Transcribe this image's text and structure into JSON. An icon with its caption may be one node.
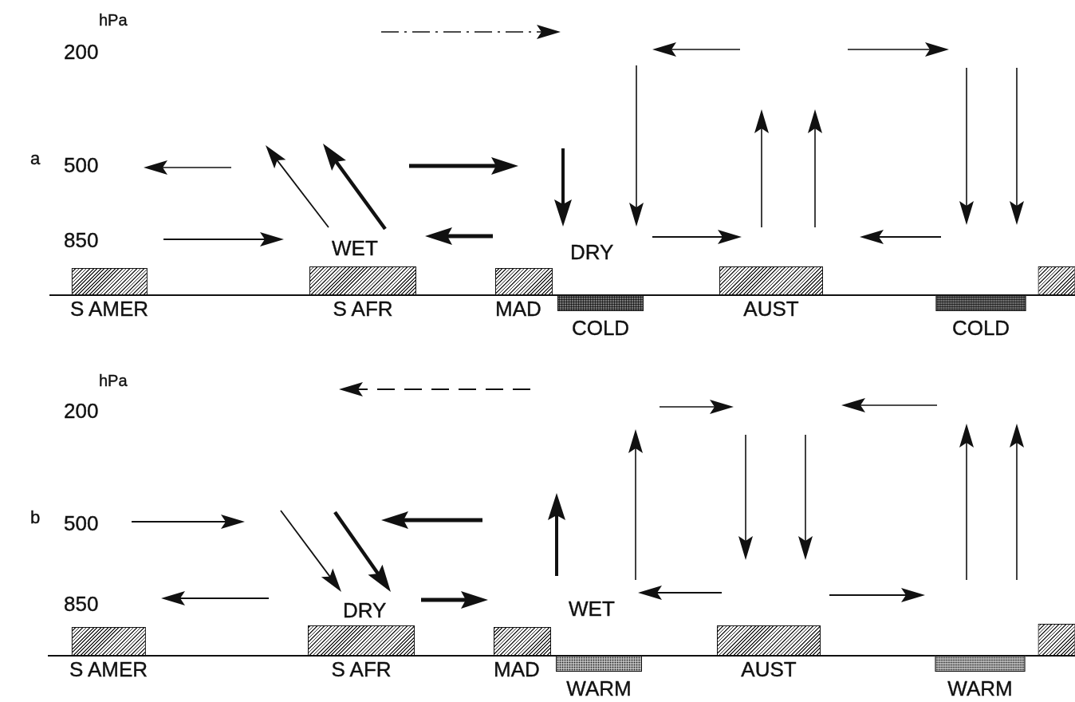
{
  "diagram": {
    "nodes": [
      {
        "text": [
          "S AMER"
        ]
      },
      {
        "text": [
          "S AFR"
        ]
      },
      {
        "text": [
          "MAD"
        ]
      },
      {
        "text": [
          "COLD"
        ]
      },
      {
        "text": [
          "AUST"
        ]
      },
      {
        "text": [
          "COLD"
        ]
      },
      {
        "text": [],
        "shape": "box"
      },
      {
        "text": [
          "S AMER"
        ]
      },
      {
        "text": [
          "S AFR"
        ]
      },
      {
        "text": [
          "MAD"
        ]
      },
      {
        "text": [
          "WARM"
        ]
      },
      {
        "text": [
          "AUST"
        ]
      },
      {
        "text": [
          "WARM"
        ]
      },
      {
        "text": [],
        "shape": "box"
      }
    ],
    "labels": [
      "hPa",
      "200",
      "a",
      "500",
      "850",
      "WET",
      "DRY",
      "hPa",
      "200",
      "b",
      "500",
      "850",
      "DRY",
      "WET"
    ]
  }
}
